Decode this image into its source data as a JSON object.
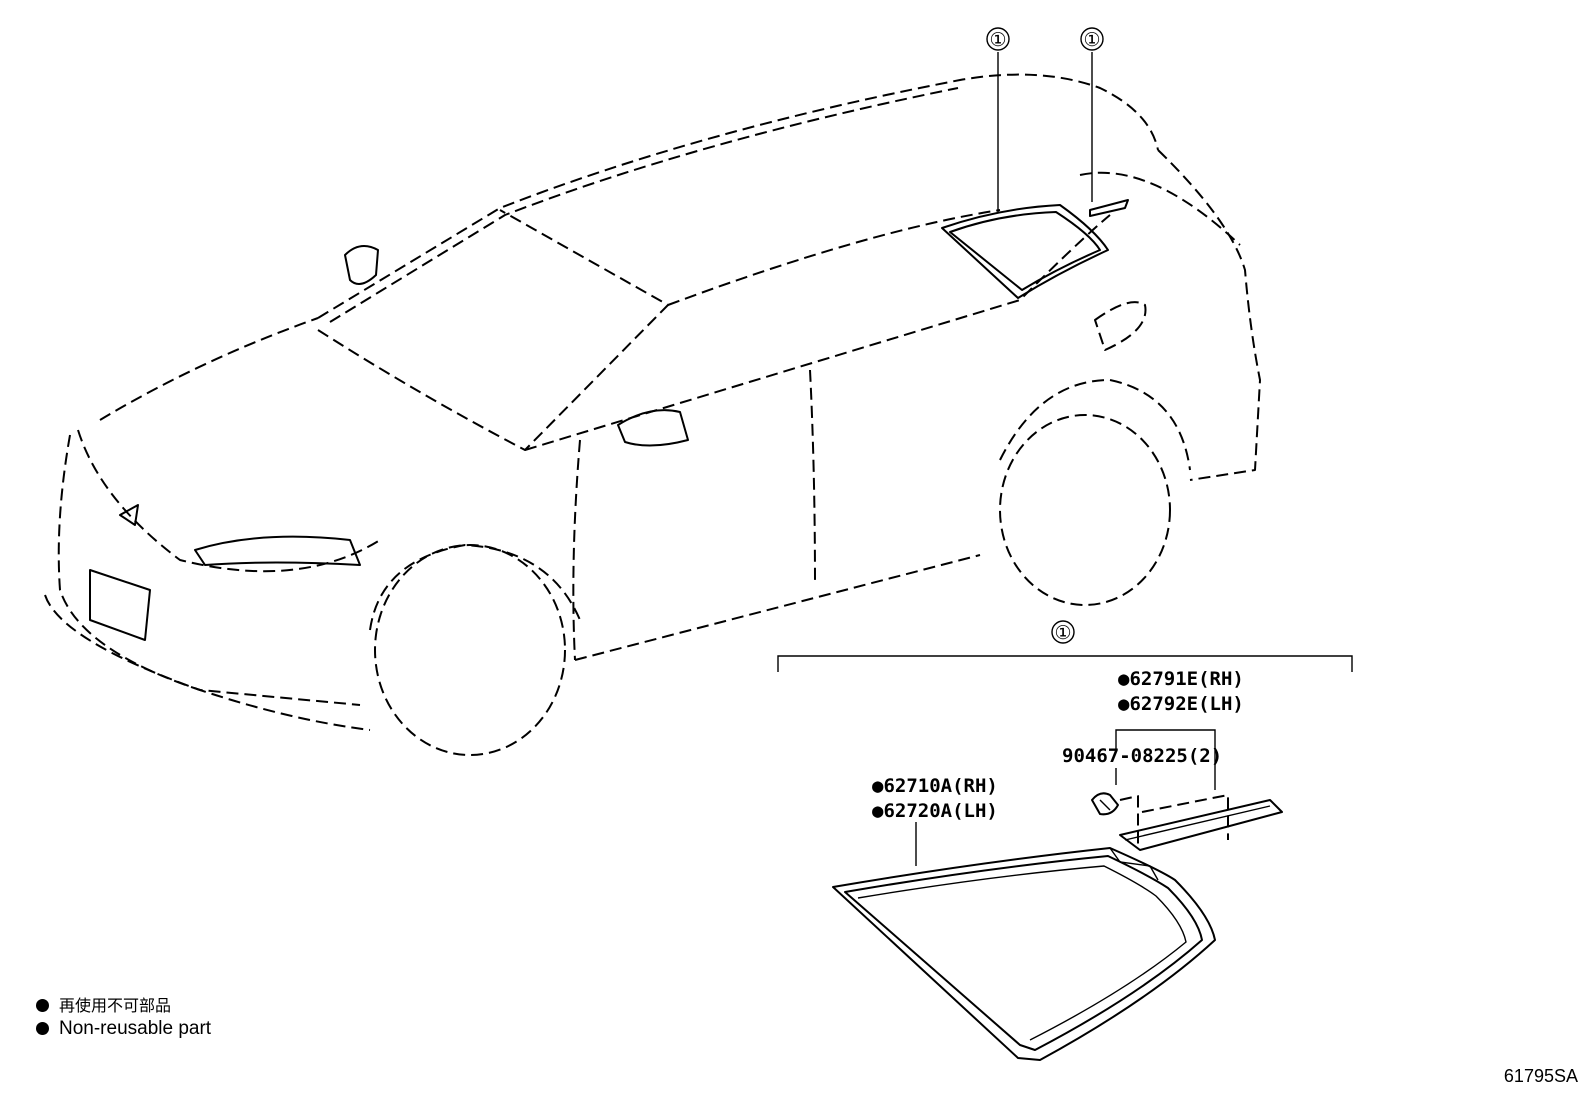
{
  "callouts": {
    "top_left": "①",
    "top_right": "①",
    "group": "①"
  },
  "parts": {
    "molding_rh": "●62791E(RH)",
    "molding_lh": "●62792E(LH)",
    "clip": "90467-08225(2)",
    "glass_rh": "●62710A(RH)",
    "glass_lh": "●62720A(LH)"
  },
  "legend": {
    "japanese": "再使用不可部品",
    "english": "Non-reusable part"
  },
  "figure_id": "61795SA"
}
